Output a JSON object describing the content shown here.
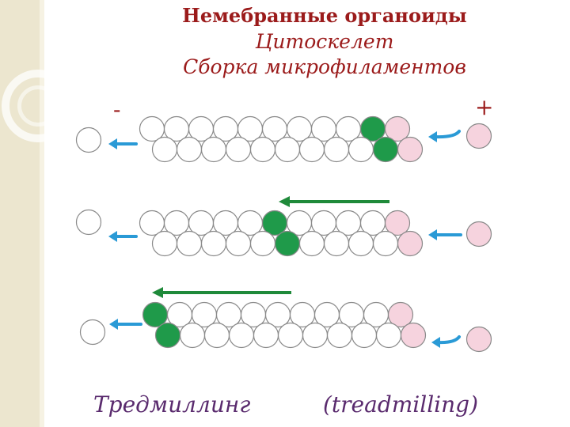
{
  "title": {
    "line1": "Немебранные органоиды",
    "line2": "Цитоскелет",
    "line3": "Сборка микрофиламентов"
  },
  "labels": {
    "minus_end": "-",
    "plus_end": "+"
  },
  "footer": {
    "russian": "Тредмиллинг",
    "english": "(treadmilling)"
  },
  "colors": {
    "title": "#9b1b1b",
    "footer": "#5a2b6e",
    "actin_subunit": "#ffffff",
    "marked_subunit": "#1f9a4a",
    "atp_subunit": "#f6d3de",
    "subunit_flow_arrow": "#2a9ad6",
    "filament_shift_arrow": "#1f8a3a"
  },
  "icons": {
    "flow_arrow": "left-arrow-icon",
    "shift_arrow": "long-left-arrow-icon"
  }
}
